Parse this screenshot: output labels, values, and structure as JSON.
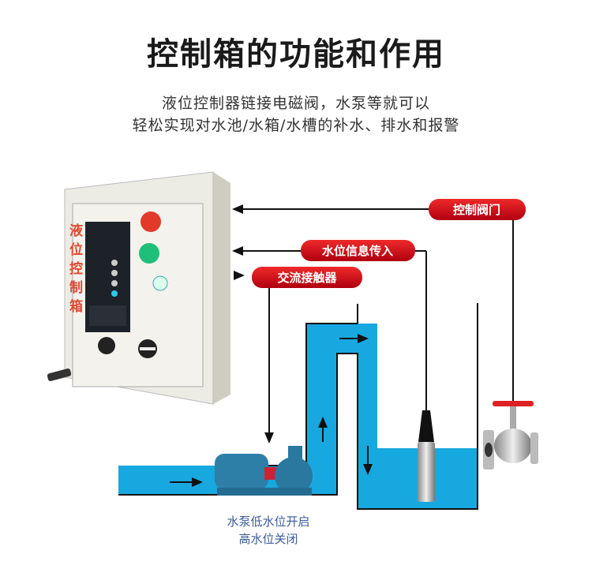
{
  "header": {
    "title": "控制箱的功能和作用",
    "subtitle_line1": "液位控制器链接电磁阀，水泵等就可以",
    "subtitle_line2": "轻松实现对水池/水箱/水槽的补水、排水和报警"
  },
  "control_box": {
    "side_label": [
      "液",
      "位",
      "控",
      "制",
      "箱"
    ]
  },
  "labels": {
    "control_valve": "控制阀门",
    "water_level_input": "水位信息传入",
    "ac_contactor": "交流接触器"
  },
  "pump_caption": {
    "line1": "水泵低水位开启",
    "line2": "高水位关闭"
  },
  "colors": {
    "water": "#18a8e0",
    "label_red": "#d0101a",
    "box": "#e8e6de"
  }
}
